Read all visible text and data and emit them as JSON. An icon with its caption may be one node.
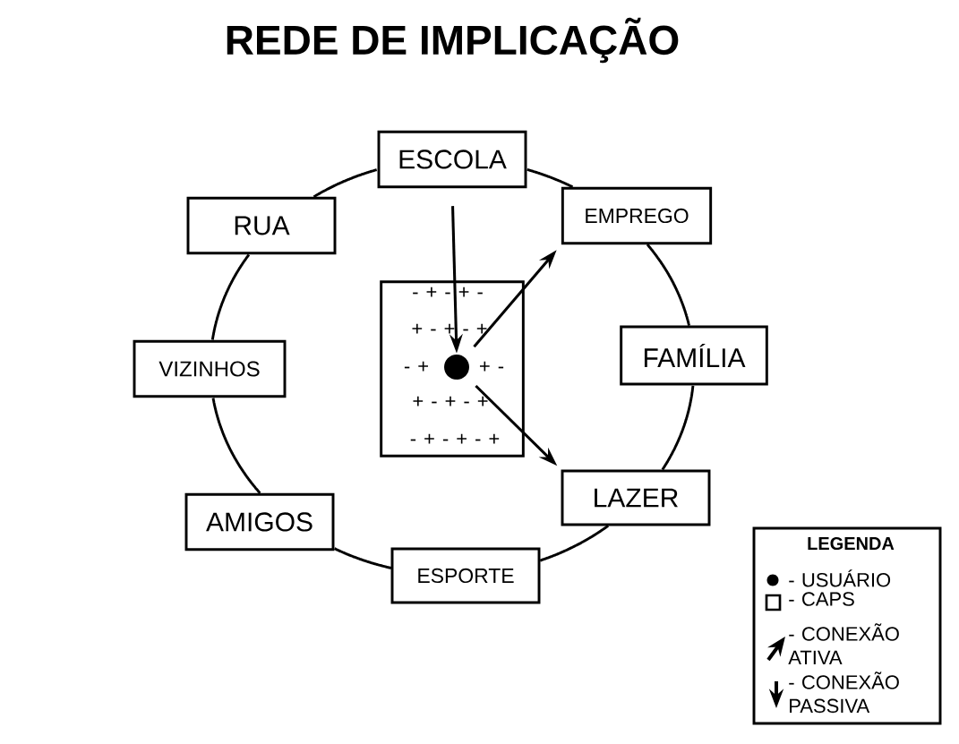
{
  "diagram": {
    "title": "REDE DE IMPLICAÇÃO",
    "nodes": [
      {
        "text": [
          "ESCOLA"
        ]
      },
      {
        "text": [
          "RUA"
        ]
      },
      {
        "text": [
          "EMPREGO"
        ]
      },
      {
        "text": [
          "- + - + -",
          "+ - + - +",
          "- +",
          "+ -",
          "+ - + - +",
          "- + - + - +"
        ]
      },
      {
        "text": [],
        "shape": "circle",
        "in": 3
      },
      {
        "text": [
          "FAMÍLIA"
        ]
      },
      {
        "text": [
          "VIZINHOS"
        ]
      },
      {
        "text": [
          "LAZER"
        ]
      },
      {
        "text": [
          "AMIGOS"
        ]
      },
      {
        "text": [
          "ESPORTE"
        ]
      }
    ],
    "edges": [
      {
        "from": 0,
        "to": 4,
        "arrow": "to"
      },
      {
        "from": 4,
        "to": 2,
        "arrow": "to"
      },
      {
        "from": 4,
        "to": 7,
        "arrow": "to"
      },
      {
        "from": 0,
        "to": 2,
        "arrow": "none"
      },
      {
        "from": 2,
        "to": 5,
        "arrow": "none"
      },
      {
        "from": 5,
        "to": 7,
        "arrow": "none"
      },
      {
        "from": 7,
        "to": 9,
        "arrow": "none"
      },
      {
        "from": 9,
        "to": 8,
        "arrow": "none"
      },
      {
        "from": 8,
        "to": 6,
        "arrow": "none"
      },
      {
        "from": 6,
        "to": 1,
        "arrow": "none"
      },
      {
        "from": 1,
        "to": 0,
        "arrow": "none"
      }
    ],
    "labels": [
      "LEGENDA"
    ],
    "legend": [
      {
        "text": "- USUÁRIO"
      },
      {
        "text": "- CAPS"
      },
      {
        "text": "- CONEXÃO ATIVA"
      },
      {
        "text": "- CONEXÃO PASSIVA"
      }
    ]
  }
}
